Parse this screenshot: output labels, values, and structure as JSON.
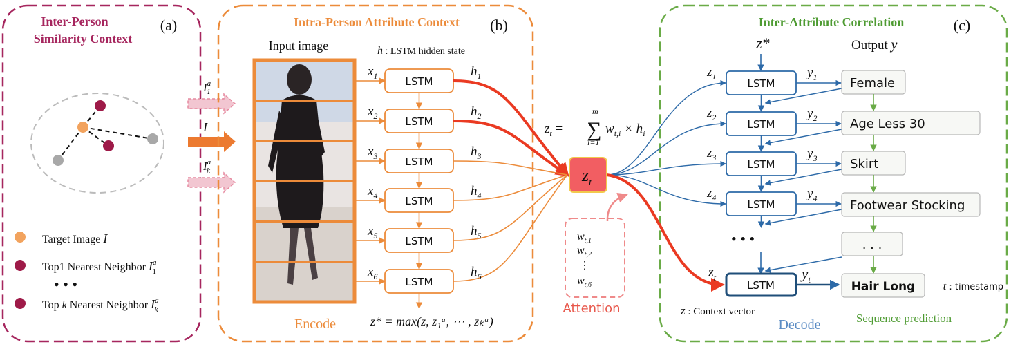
{
  "colors": {
    "panel_a": "#a6265e",
    "panel_b": "#ec8b3a",
    "panel_c": "#6aab47",
    "lstm_blue": "#2d6aa8",
    "attention": "#e8584c",
    "attention_node": "#f25e62"
  },
  "panel_a": {
    "title_line1": "Inter-Person",
    "title_line2": "Similarity  Context",
    "tag": "(a)",
    "arrow_label_top": "I",
    "arrow_label_top_sup": "a",
    "arrow_label_top_sub": "1",
    "arrow_label_mid": "I",
    "arrow_label_bot": "I",
    "arrow_label_bot_sup": "a",
    "arrow_label_bot_sub": "k",
    "legend": [
      {
        "text": "Target Image  ",
        "math": "I",
        "sup": "",
        "sub": "",
        "color": "#f2a35e"
      },
      {
        "text": "Top1  Nearest Neighbor  ",
        "math": "I",
        "sup": "a",
        "sub": "1",
        "color": "#9e1a48"
      },
      {
        "text": "Top ",
        "math_k": "k",
        "text2": " Nearest Neighbor  ",
        "math": "I",
        "sup": "a",
        "sub": "k",
        "color": "#9e1a48"
      }
    ],
    "dots": "•   •   •"
  },
  "panel_b": {
    "title": "Intra-Person Attribute Context",
    "tag": "(b)",
    "input_label": "Input image",
    "hidden_note_var": "h",
    "hidden_note": " : LSTM hidden state",
    "encode": "Encode",
    "lstm_label": "LSTM",
    "x_labels": [
      "x",
      "x",
      "x",
      "x",
      "x",
      "x"
    ],
    "h_labels": [
      "h",
      "h",
      "h",
      "h",
      "h",
      "h"
    ],
    "indices": [
      "1",
      "2",
      "3",
      "4",
      "5",
      "6"
    ],
    "zstar_formula": "z* = max(z, z₁ᵃ, ⋯ , zₖᵃ)"
  },
  "attention": {
    "formula_lhs": "z",
    "formula_lhs_sub": "t",
    "formula_eq": " = ",
    "formula_sum_top": "m",
    "formula_sum_bot": "i=1",
    "formula_rhs": "w",
    "formula_rhs_sub": "t,i",
    "formula_times": " × h",
    "formula_times_sub": "i",
    "node_label": "z",
    "node_sub": "t",
    "weights": [
      "w",
      "w",
      "⋮",
      "w"
    ],
    "weight_subs": [
      "t,1",
      "t,2",
      "",
      "t,6"
    ],
    "label": "Attention"
  },
  "panel_c": {
    "title": "Inter-Attribute Correlation",
    "tag": "(c)",
    "zstar": "z*",
    "output_label": "Output ",
    "output_var": "y",
    "lstm_label": "LSTM",
    "z_labels": [
      "z",
      "z",
      "z",
      "z"
    ],
    "y_labels": [
      "y",
      "y",
      "y",
      "y"
    ],
    "indices": [
      "1",
      "2",
      "3",
      "4"
    ],
    "zt": "z",
    "zt_sub": "t",
    "yt": "y",
    "yt_sub": "t",
    "dots": "•    •    •",
    "outputs": [
      "Female",
      "Age Less 30",
      "Skirt",
      "Footwear Stocking",
      ". . .",
      "Hair Long"
    ],
    "timestamp_var": "t",
    "timestamp": " : timestamp",
    "context_var": "z",
    "context_note": " : Context vector",
    "decode": "Decode",
    "sequence": "Sequence prediction"
  }
}
